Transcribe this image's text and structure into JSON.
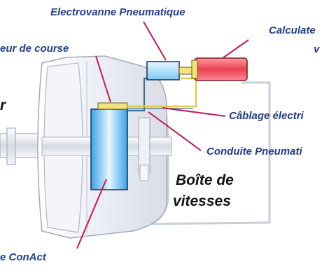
{
  "labels": {
    "electrovanne": "Electrovanne Pneumatique",
    "calculateur_line1": "Calculate",
    "calculateur_line2": "v",
    "capteur": "eur de course",
    "left_fragment": "r",
    "cablage": "Câblage électri",
    "conduite": "Conduite Pneumati",
    "boite_line1": "Boîte de",
    "boite_line2": "vitesses",
    "conact": "e ConAct"
  },
  "colors": {
    "label_text": "#1f3f86",
    "leader_line": "#c2185b",
    "housing_fill": "#e9ecf2",
    "housing_stroke": "#9aa3b3",
    "actuator_blue": "#6cc4f4",
    "valve_blue": "#9fd8f7",
    "computer_red": "#ef4f5f",
    "sensor_yellow": "#f3e37a",
    "wire_yellow": "#e3c94a",
    "pipe_blue": "#3f6f9a"
  }
}
